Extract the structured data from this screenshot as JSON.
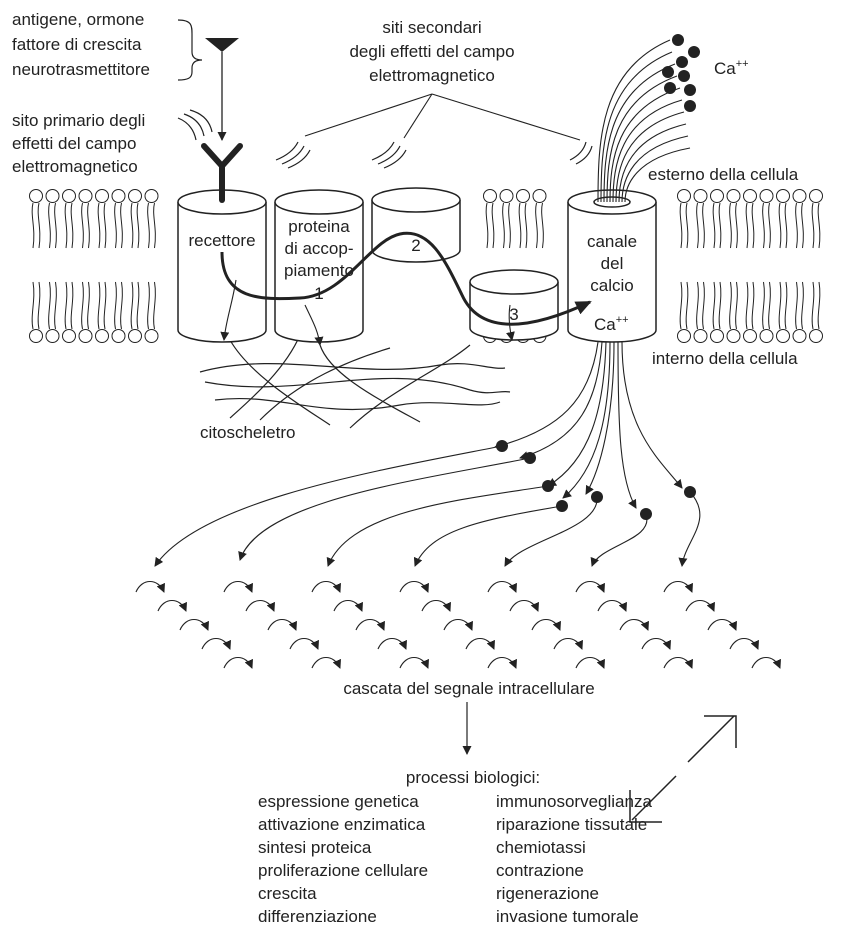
{
  "labels": {
    "signal_1": "antigene, ormone",
    "signal_2": "fattore di crescita",
    "signal_3": "neurotrasmettitore",
    "secondary_1": "siti secondari",
    "secondary_2": "degli effetti del campo",
    "secondary_3": "elettromagnetico",
    "primary_1": "sito primario degli",
    "primary_2": "effetti del campo",
    "primary_3": "elettromagnetico",
    "ca_outside": "Ca",
    "ca_outside_sup": "++",
    "outside_cell": "esterno della cellula",
    "inside_cell": "interno della cellula",
    "receptor": "recettore",
    "coupling_1": "proteina",
    "coupling_2": "di accop-",
    "coupling_3": "piamento",
    "num_1": "1",
    "num_2": "2",
    "num_3": "3",
    "channel_1": "canale",
    "channel_2": "del",
    "channel_3": "calcio",
    "ca_inside": "Ca",
    "ca_inside_sup": "++",
    "cytoskeleton": "citoscheletro",
    "cascade": "cascata del segnale intracellulare",
    "processes_title": "processi biologici:"
  },
  "processes_left": [
    "espressione genetica",
    "attivazione enzimatica",
    "sintesi proteica",
    "proliferazione cellulare",
    "crescita",
    "differenziazione"
  ],
  "processes_right": [
    "immunosorveglianza",
    "riparazione tissutale",
    "chemiotassi",
    "contrazione",
    "rigenerazione",
    "invasione tumorale"
  ],
  "colors": {
    "ink": "#222222",
    "background": "#ffffff"
  }
}
